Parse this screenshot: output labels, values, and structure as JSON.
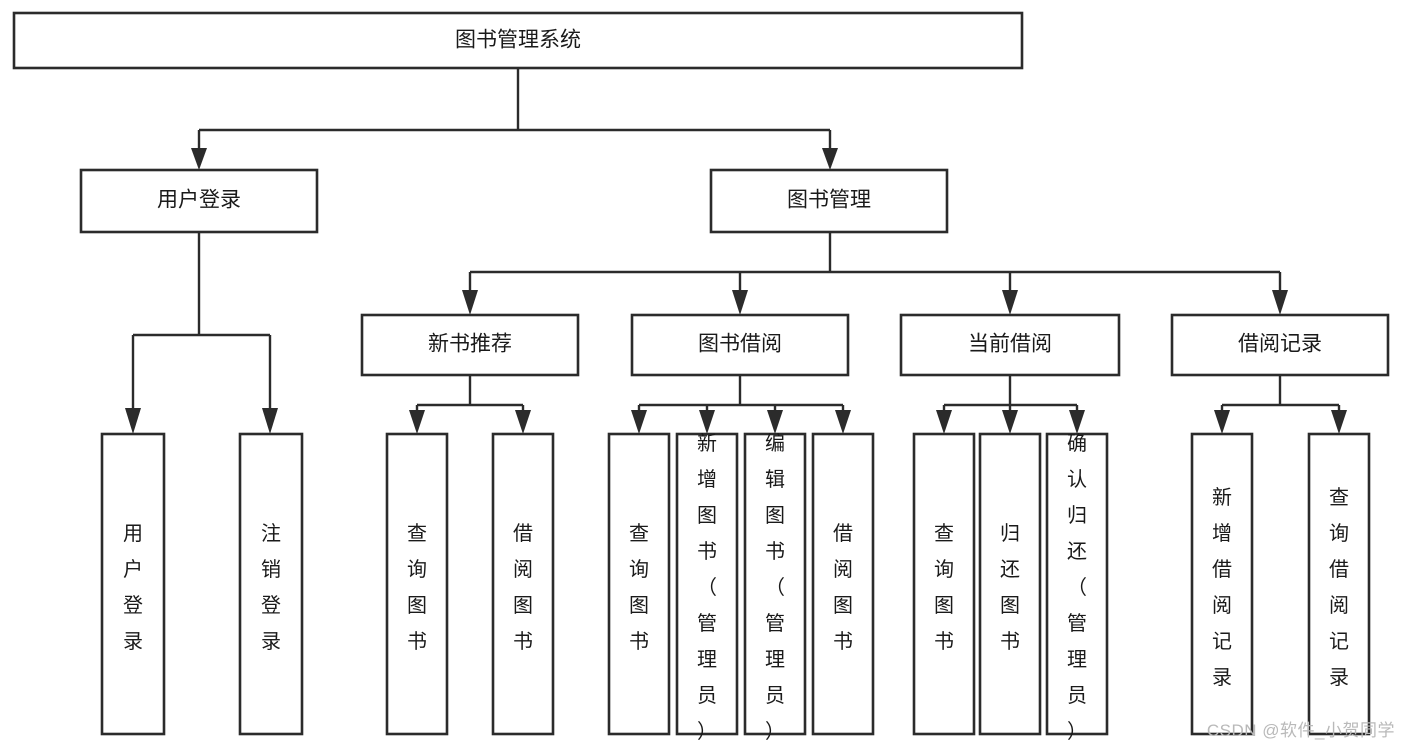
{
  "diagram": {
    "title": "图书管理系统",
    "type": "tree",
    "watermark": "CSDN @软件_小贺同学",
    "colors": {
      "stroke": "#2b2b2b",
      "fill": "#ffffff",
      "text": "#1a1a1a",
      "watermark": "#b9b9b9",
      "background": "#ffffff"
    },
    "nodes": {
      "root": {
        "label": "图书管理系统",
        "orientation": "horizontal"
      },
      "level2": [
        {
          "id": "user-login",
          "label": "用户登录",
          "orientation": "horizontal"
        },
        {
          "id": "book-manage",
          "label": "图书管理",
          "orientation": "horizontal"
        }
      ],
      "level3": [
        {
          "id": "new-book-recommend",
          "label": "新书推荐",
          "orientation": "horizontal"
        },
        {
          "id": "book-borrow",
          "label": "图书借阅",
          "orientation": "horizontal"
        },
        {
          "id": "current-borrow",
          "label": "当前借阅",
          "orientation": "horizontal"
        },
        {
          "id": "borrow-record",
          "label": "借阅记录",
          "orientation": "horizontal"
        }
      ],
      "leaves": {
        "user-login": [
          {
            "id": "leaf-user-login",
            "label": "用户登录",
            "orientation": "vertical"
          },
          {
            "id": "leaf-logout-login",
            "label": "注销登录",
            "orientation": "vertical"
          }
        ],
        "new-book-recommend": [
          {
            "id": "leaf-query-book-1",
            "label": "查询图书",
            "orientation": "vertical"
          },
          {
            "id": "leaf-borrow-book-1",
            "label": "借阅图书",
            "orientation": "vertical"
          }
        ],
        "book-borrow": [
          {
            "id": "leaf-query-book-2",
            "label": "查询图书",
            "orientation": "vertical"
          },
          {
            "id": "leaf-add-book",
            "label": "新增图书（管理员）",
            "orientation": "vertical"
          },
          {
            "id": "leaf-edit-book",
            "label": "编辑图书（管理员）",
            "orientation": "vertical"
          },
          {
            "id": "leaf-borrow-book-2",
            "label": "借阅图书",
            "orientation": "vertical"
          }
        ],
        "current-borrow": [
          {
            "id": "leaf-query-book-3",
            "label": "查询图书",
            "orientation": "vertical"
          },
          {
            "id": "leaf-return-book",
            "label": "归还图书",
            "orientation": "vertical"
          },
          {
            "id": "leaf-confirm-return",
            "label": "确认归还（管理员）",
            "orientation": "vertical"
          }
        ],
        "borrow-record": [
          {
            "id": "leaf-add-record",
            "label": "新增借阅记录",
            "orientation": "vertical"
          },
          {
            "id": "leaf-query-record",
            "label": "查询借阅记录",
            "orientation": "vertical"
          }
        ]
      }
    }
  }
}
